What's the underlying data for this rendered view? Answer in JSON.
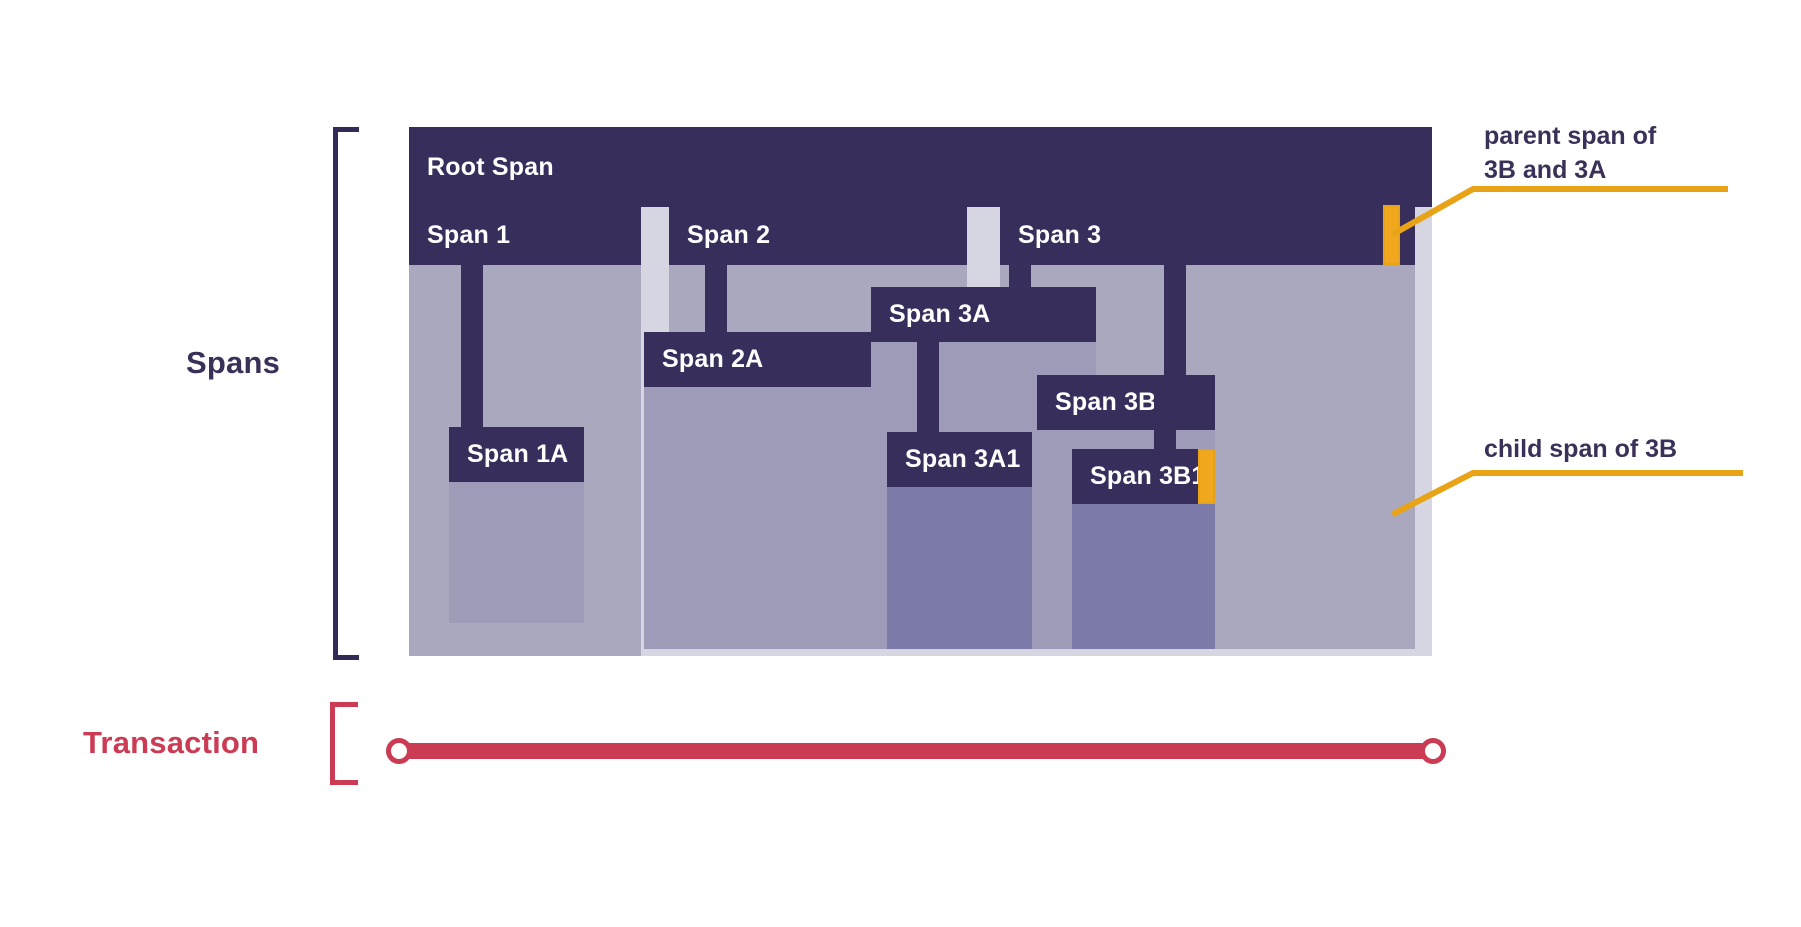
{
  "labels": {
    "spans": "Spans",
    "transaction": "Transaction"
  },
  "colors": {
    "span_header": "#372e5c",
    "span_body_depth1": "#aaa8bf",
    "span_body_depth2": "#9d9bb8",
    "span_body_depth3": "#7b7aa8",
    "backdrop": "#d6d5e2",
    "highlight": "#f1a81f",
    "callout_line": "#e8a317",
    "transaction": "#cc3b54",
    "text_dark": "#3a3058"
  },
  "spans": [
    {
      "id": "root",
      "label": "Root Span",
      "depth": 0
    },
    {
      "id": "s1",
      "label": "Span 1",
      "depth": 1
    },
    {
      "id": "s1a",
      "label": "Span 1A",
      "depth": 2
    },
    {
      "id": "s2",
      "label": "Span 2",
      "depth": 1
    },
    {
      "id": "s2a",
      "label": "Span 2A",
      "depth": 2
    },
    {
      "id": "s3",
      "label": "Span 3",
      "depth": 1
    },
    {
      "id": "s3a",
      "label": "Span 3A",
      "depth": 2
    },
    {
      "id": "s3a1",
      "label": "Span 3A1",
      "depth": 3
    },
    {
      "id": "s3b",
      "label": "Span 3B",
      "depth": 2
    },
    {
      "id": "s3b1",
      "label": "Span 3B1",
      "depth": 3
    }
  ],
  "callouts": [
    {
      "id": "parent",
      "text": "parent span of\n3B and 3A",
      "target_span": "Span 3"
    },
    {
      "id": "child",
      "text": "child span of 3B",
      "target_span": "Span 3B1"
    }
  ],
  "transaction": {
    "start_marker": "start",
    "end_marker": "end"
  }
}
